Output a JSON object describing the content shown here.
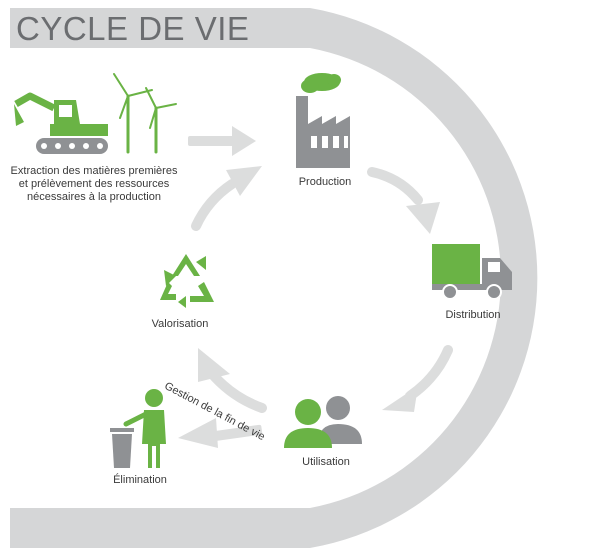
{
  "title": "CYCLE DE VIE",
  "stages": {
    "extraction": "Extraction des matières premières et prélèvement des ressources nécessaires à la production",
    "production": "Production",
    "distribution": "Distribution",
    "utilisation": "Utilisation",
    "valorisation": "Valorisation",
    "elimination": "Élimination"
  },
  "arrow_label": "Gestion de la fin de vie",
  "colors": {
    "green": "#6ab345",
    "gray": "#8f9194",
    "band": "#d5d6d7",
    "arrow": "#dcdddd",
    "title_text": "#6b6d70"
  },
  "icons": [
    "excavator-icon",
    "wind-turbine-icon",
    "factory-icon",
    "truck-icon",
    "users-icon",
    "recycle-icon",
    "trash-person-icon"
  ]
}
